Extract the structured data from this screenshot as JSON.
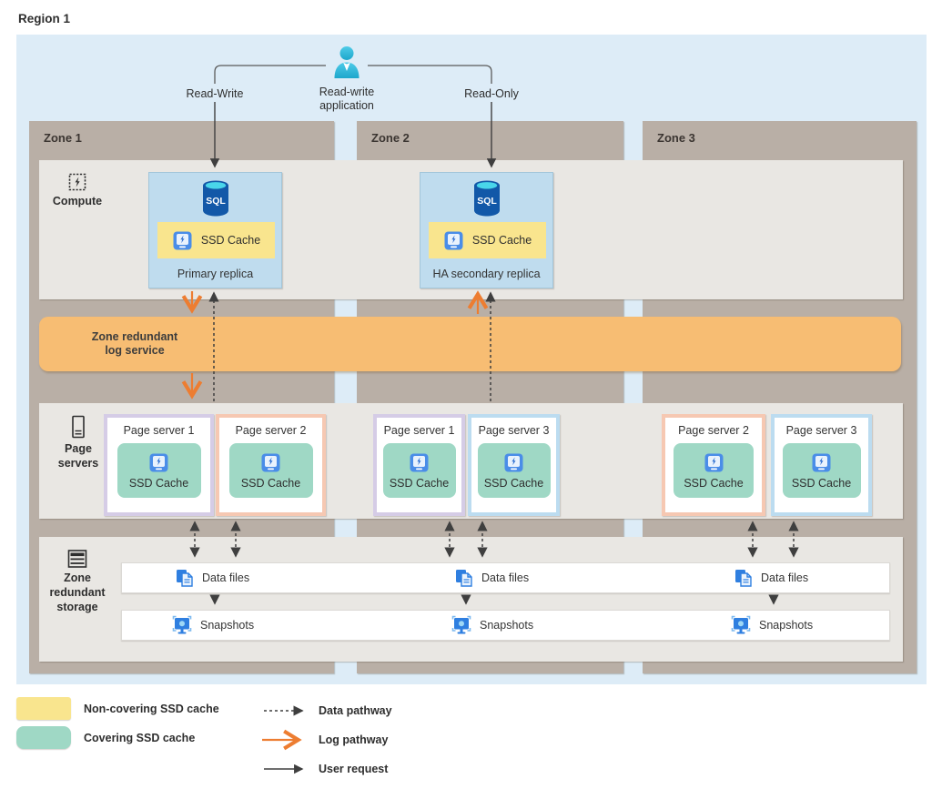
{
  "region": {
    "title": "Region 1"
  },
  "top": {
    "app_line1": "Read-write",
    "app_line2": "application",
    "read_write": "Read-Write",
    "read_only": "Read-Only"
  },
  "zones": [
    {
      "name": "Zone 1"
    },
    {
      "name": "Zone 2"
    },
    {
      "name": "Zone 3"
    }
  ],
  "compute": {
    "label": "Compute",
    "db_icon_label": "SQL",
    "primary_title": "Primary replica",
    "secondary_title": "HA secondary replica"
  },
  "labels": {
    "ssd_cache": "SSD Cache"
  },
  "log_service": {
    "line1": "Zone redundant",
    "line2": "log service"
  },
  "page_servers": {
    "label_line1": "Page",
    "label_line2": "servers",
    "zone1": [
      "Page server 1",
      "Page server 2"
    ],
    "zone2": [
      "Page server 1",
      "Page server 3"
    ],
    "zone3": [
      "Page server 2",
      "Page server 3"
    ]
  },
  "storage": {
    "label_line1": "Zone",
    "label_line2": "redundant",
    "label_line3": "storage",
    "data_files": "Data files",
    "snapshots": "Snapshots"
  },
  "legend": {
    "non_covering": "Non-covering SSD cache",
    "covering": "Covering SSD cache",
    "data_pathway": "Data pathway",
    "log_pathway": "Log pathway",
    "user_request": "User request"
  },
  "colors": {
    "region_bg": "#ddecf7",
    "zone_band": "#b9afa6",
    "row_band": "#e9e7e3",
    "log_bar": "#f7bd73",
    "log_arrow": "#ed7d31",
    "non_covering_cache": "#f9e58e",
    "covering_cache": "#9fd8c5",
    "replica_bg": "#bfdcee",
    "ps1_border": "#d5cce6",
    "ps2_border": "#f6c8b2",
    "ps3_border": "#bcdcf0",
    "icon_blue": "#2f7fe0"
  }
}
